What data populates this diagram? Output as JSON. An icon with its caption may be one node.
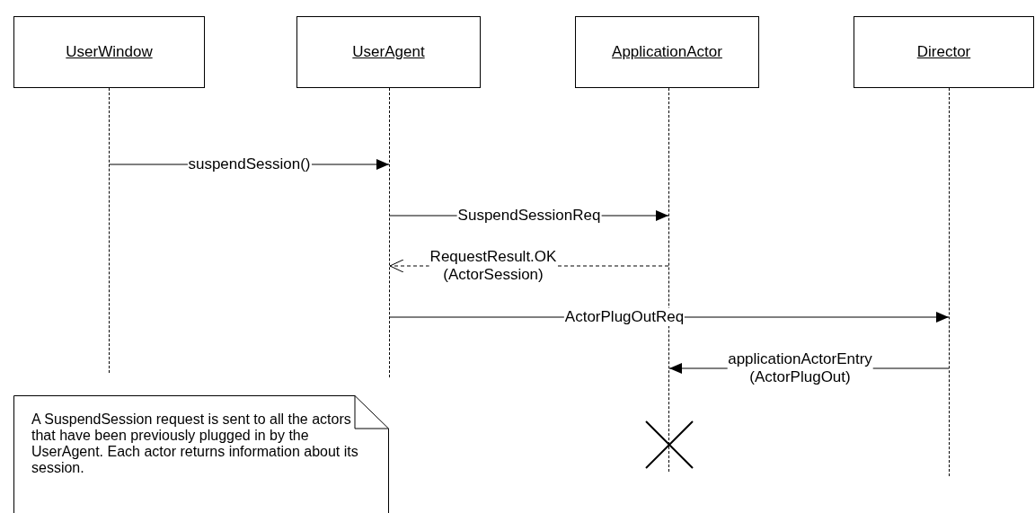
{
  "diagram": {
    "nodes": [
      {
        "text": [
          "UserWindow"
        ]
      },
      {
        "text": [
          "UserAgent"
        ]
      },
      {
        "text": [
          "ApplicationActor"
        ]
      },
      {
        "text": [
          "Director"
        ]
      },
      {
        "text": [],
        "shape": "line"
      },
      {
        "text": [],
        "shape": "line"
      },
      {
        "text": [],
        "shape": "line"
      },
      {
        "text": [],
        "shape": "line"
      },
      {
        "text": [
          "A SuspendSession request is sent to all the actors that have been previously plugged in by the UserAgent. Each actor returns information about its session."
        ]
      }
    ],
    "edges": [
      {
        "from": 4,
        "to": 5,
        "arrow": "to",
        "label": "suspendSession()"
      },
      {
        "from": 5,
        "to": 6,
        "arrow": "to",
        "label": "SuspendSessionReq"
      },
      {
        "from": 6,
        "to": 5,
        "arrow": "to",
        "label": "RequestResult.OK (ActorSession)",
        "style": "dashed"
      },
      {
        "from": 5,
        "to": 7,
        "arrow": "to",
        "label": "ActorPlugOutReq"
      },
      {
        "from": 7,
        "to": 6,
        "arrow": "to",
        "label": "applicationActorEntry (ActorPlugOut)"
      }
    ]
  }
}
